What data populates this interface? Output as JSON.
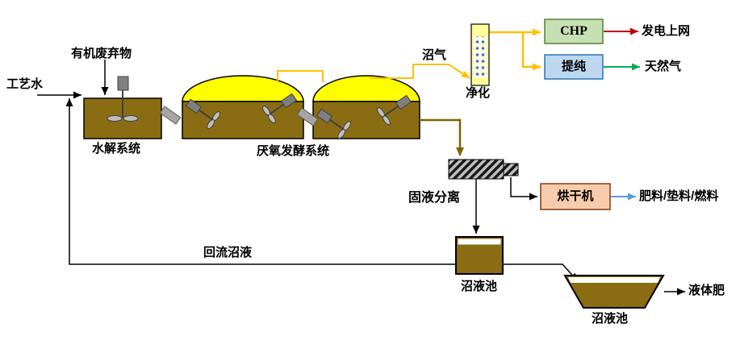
{
  "labels": {
    "process_water": "工艺水",
    "organic_waste": "有机废弃物",
    "hydrolysis_system": "水解系统",
    "anaerobic_system": "厌氧发酵系统",
    "biogas": "沼气",
    "purify": "净化",
    "chp": "CHP",
    "power_to_grid": "发电上网",
    "refine": "提纯",
    "natural_gas": "天然气",
    "solid_liquid_separation": "固液分离",
    "dryer": "烘干机",
    "fertilizer_outputs": "肥料/垫料/燃料",
    "reflux_slurry": "回流沼液",
    "slurry_pool_1": "沼液池",
    "slurry_pool_2": "沼液池",
    "liquid_fertilizer": "液体肥"
  },
  "colors": {
    "dome_yellow": "#ffff00",
    "tank_brown": "#8a6d13",
    "pipe_orange": "#ffc000",
    "pipe_brown": "#7f6000",
    "chp_box": "#c6e0b4",
    "refine_box": "#bdd7ee",
    "dryer_box": "#f8cbad",
    "arrow_red": "#c00000",
    "arrow_green": "#00b050",
    "arrow_blue": "#5b9bd5",
    "line_black": "#000000"
  }
}
